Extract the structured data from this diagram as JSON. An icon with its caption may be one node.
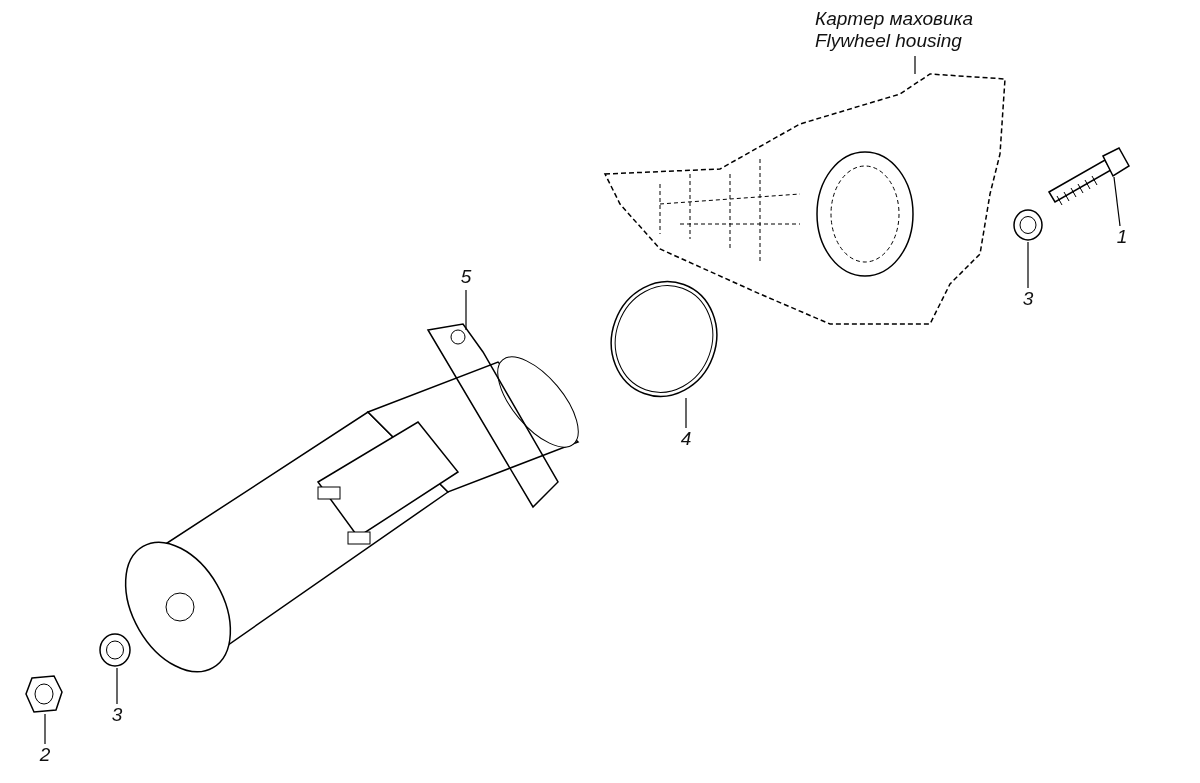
{
  "diagram": {
    "nodes": [
      {
        "text": [
          "Картер маховика",
          "Flywheel housing"
        ]
      },
      {
        "text": [],
        "shape": "picture"
      },
      {
        "text": [
          "1"
        ]
      },
      {
        "text": [],
        "shape": "picture"
      },
      {
        "text": [
          "3"
        ]
      },
      {
        "text": [],
        "shape": "picture"
      },
      {
        "text": [
          "4"
        ]
      },
      {
        "text": [],
        "shape": "picture"
      },
      {
        "text": [
          "5"
        ]
      },
      {
        "text": [],
        "shape": "picture"
      },
      {
        "text": [
          "3"
        ]
      },
      {
        "text": [],
        "shape": "picture"
      },
      {
        "text": [
          "2"
        ]
      },
      {
        "text": [],
        "shape": "picture"
      }
    ],
    "edges": [
      {
        "from": 0,
        "to": 1,
        "arrow": "none"
      },
      {
        "from": 2,
        "to": 3,
        "arrow": "none"
      },
      {
        "from": 4,
        "to": 5,
        "arrow": "none"
      },
      {
        "from": 6,
        "to": 7,
        "arrow": "none"
      },
      {
        "from": 8,
        "to": 9,
        "arrow": "none"
      },
      {
        "from": 10,
        "to": 11,
        "arrow": "none"
      },
      {
        "from": 12,
        "to": 13,
        "arrow": "none"
      }
    ]
  }
}
